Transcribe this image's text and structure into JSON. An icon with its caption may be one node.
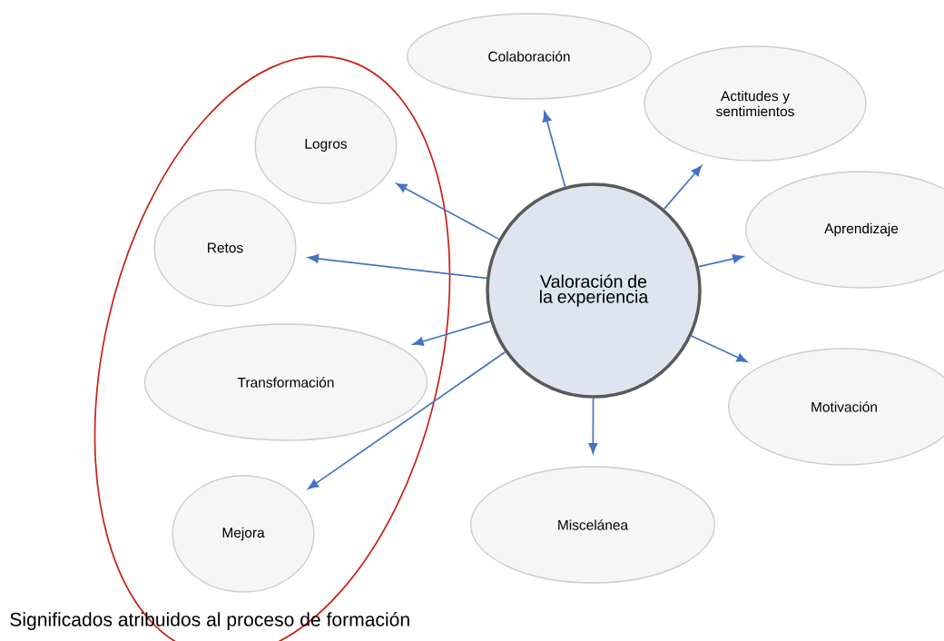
{
  "diagram": {
    "caption": "Significados atribuidos al proceso de formación",
    "nodes": [
      {
        "text": [],
        "shape": "ellipse"
      },
      {
        "text": [
          "Logros"
        ],
        "in": 0
      },
      {
        "text": [
          "Retos"
        ],
        "in": 0
      },
      {
        "text": [
          "Transformación"
        ],
        "in": 0
      },
      {
        "text": [
          "Mejora"
        ],
        "in": 0
      },
      {
        "text": [
          "Colaboración"
        ]
      },
      {
        "text": [
          "Actitudes y sentimientos"
        ]
      },
      {
        "text": [
          "Valoración de la experiencia"
        ]
      },
      {
        "text": [
          "Aprendizaje"
        ]
      },
      {
        "text": [
          "Motivación"
        ]
      },
      {
        "text": [
          "Miscelánea"
        ]
      }
    ],
    "edges": [
      {
        "from": 7,
        "to": 5,
        "arrow": "to"
      },
      {
        "from": 7,
        "to": 6,
        "arrow": "to"
      },
      {
        "from": 7,
        "to": 8,
        "arrow": "to"
      },
      {
        "from": 7,
        "to": 9,
        "arrow": "to"
      },
      {
        "from": 7,
        "to": 10,
        "arrow": "to"
      },
      {
        "from": 7,
        "to": 4,
        "arrow": "to"
      },
      {
        "from": 7,
        "to": 3,
        "arrow": "to"
      },
      {
        "from": 7,
        "to": 2,
        "arrow": "to"
      },
      {
        "from": 7,
        "to": 1,
        "arrow": "to"
      }
    ]
  }
}
